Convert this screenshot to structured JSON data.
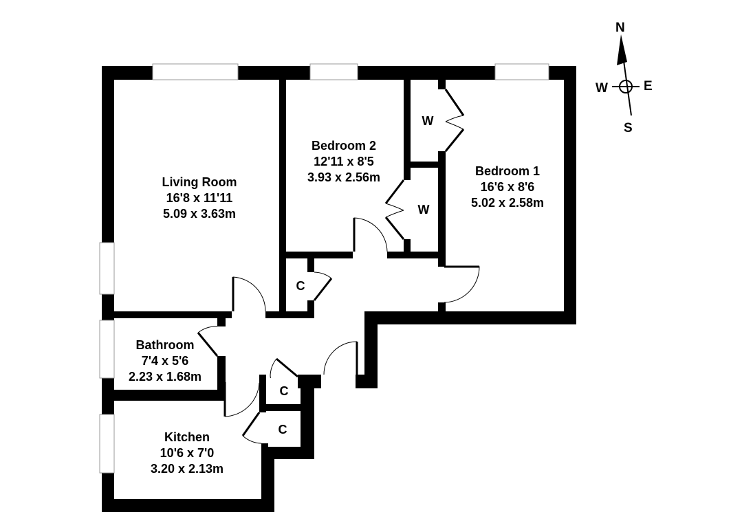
{
  "rooms": [
    {
      "name": "Living Room",
      "imperial": "16'8 x 11'11",
      "metric": "5.09 x 3.63m"
    },
    {
      "name": "Bedroom 2",
      "imperial": "12'11 x 8'5",
      "metric": "3.93 x 2.56m"
    },
    {
      "name": "Bedroom 1",
      "imperial": "16'6 x 8'6",
      "metric": "5.02 x 2.58m"
    },
    {
      "name": "Bathroom",
      "imperial": "7'4 x 5'6",
      "metric": "2.23 x 1.68m"
    },
    {
      "name": "Kitchen",
      "imperial": "10'6 x 7'0",
      "metric": "3.20 x 2.13m"
    }
  ],
  "storage": {
    "wardrobe": "W",
    "cupboard": "C"
  },
  "compass": {
    "north": "N",
    "south": "S",
    "east": "E",
    "west": "W"
  }
}
